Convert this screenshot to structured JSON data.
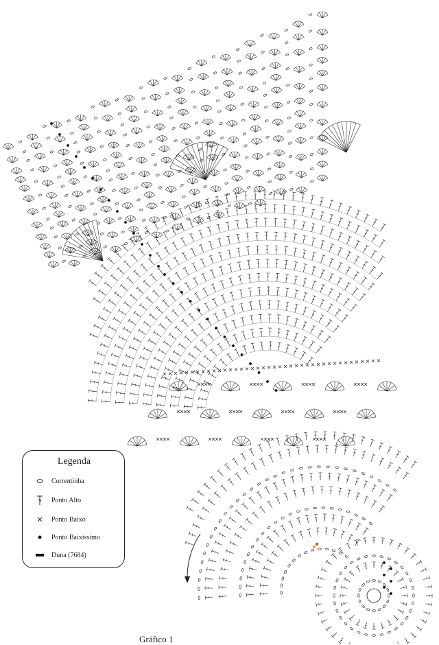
{
  "legend": {
    "title": "Legenda",
    "items": [
      {
        "symbol": "chain-oval-icon",
        "label": "Correntinha"
      },
      {
        "symbol": "double-crochet-icon",
        "label": "Ponto Alto"
      },
      {
        "symbol": "cross-icon",
        "label": "Ponto Baixo"
      },
      {
        "symbol": "dot-icon",
        "label": "Ponto Baixíssimo"
      },
      {
        "symbol": "bar-icon",
        "label": "Duna (7684)"
      }
    ]
  },
  "caption": "Gráfico 1",
  "colors": {
    "ink": "#1a1a1a",
    "accent_red": "#c0392b",
    "accent_yellow": "#d4a017"
  }
}
